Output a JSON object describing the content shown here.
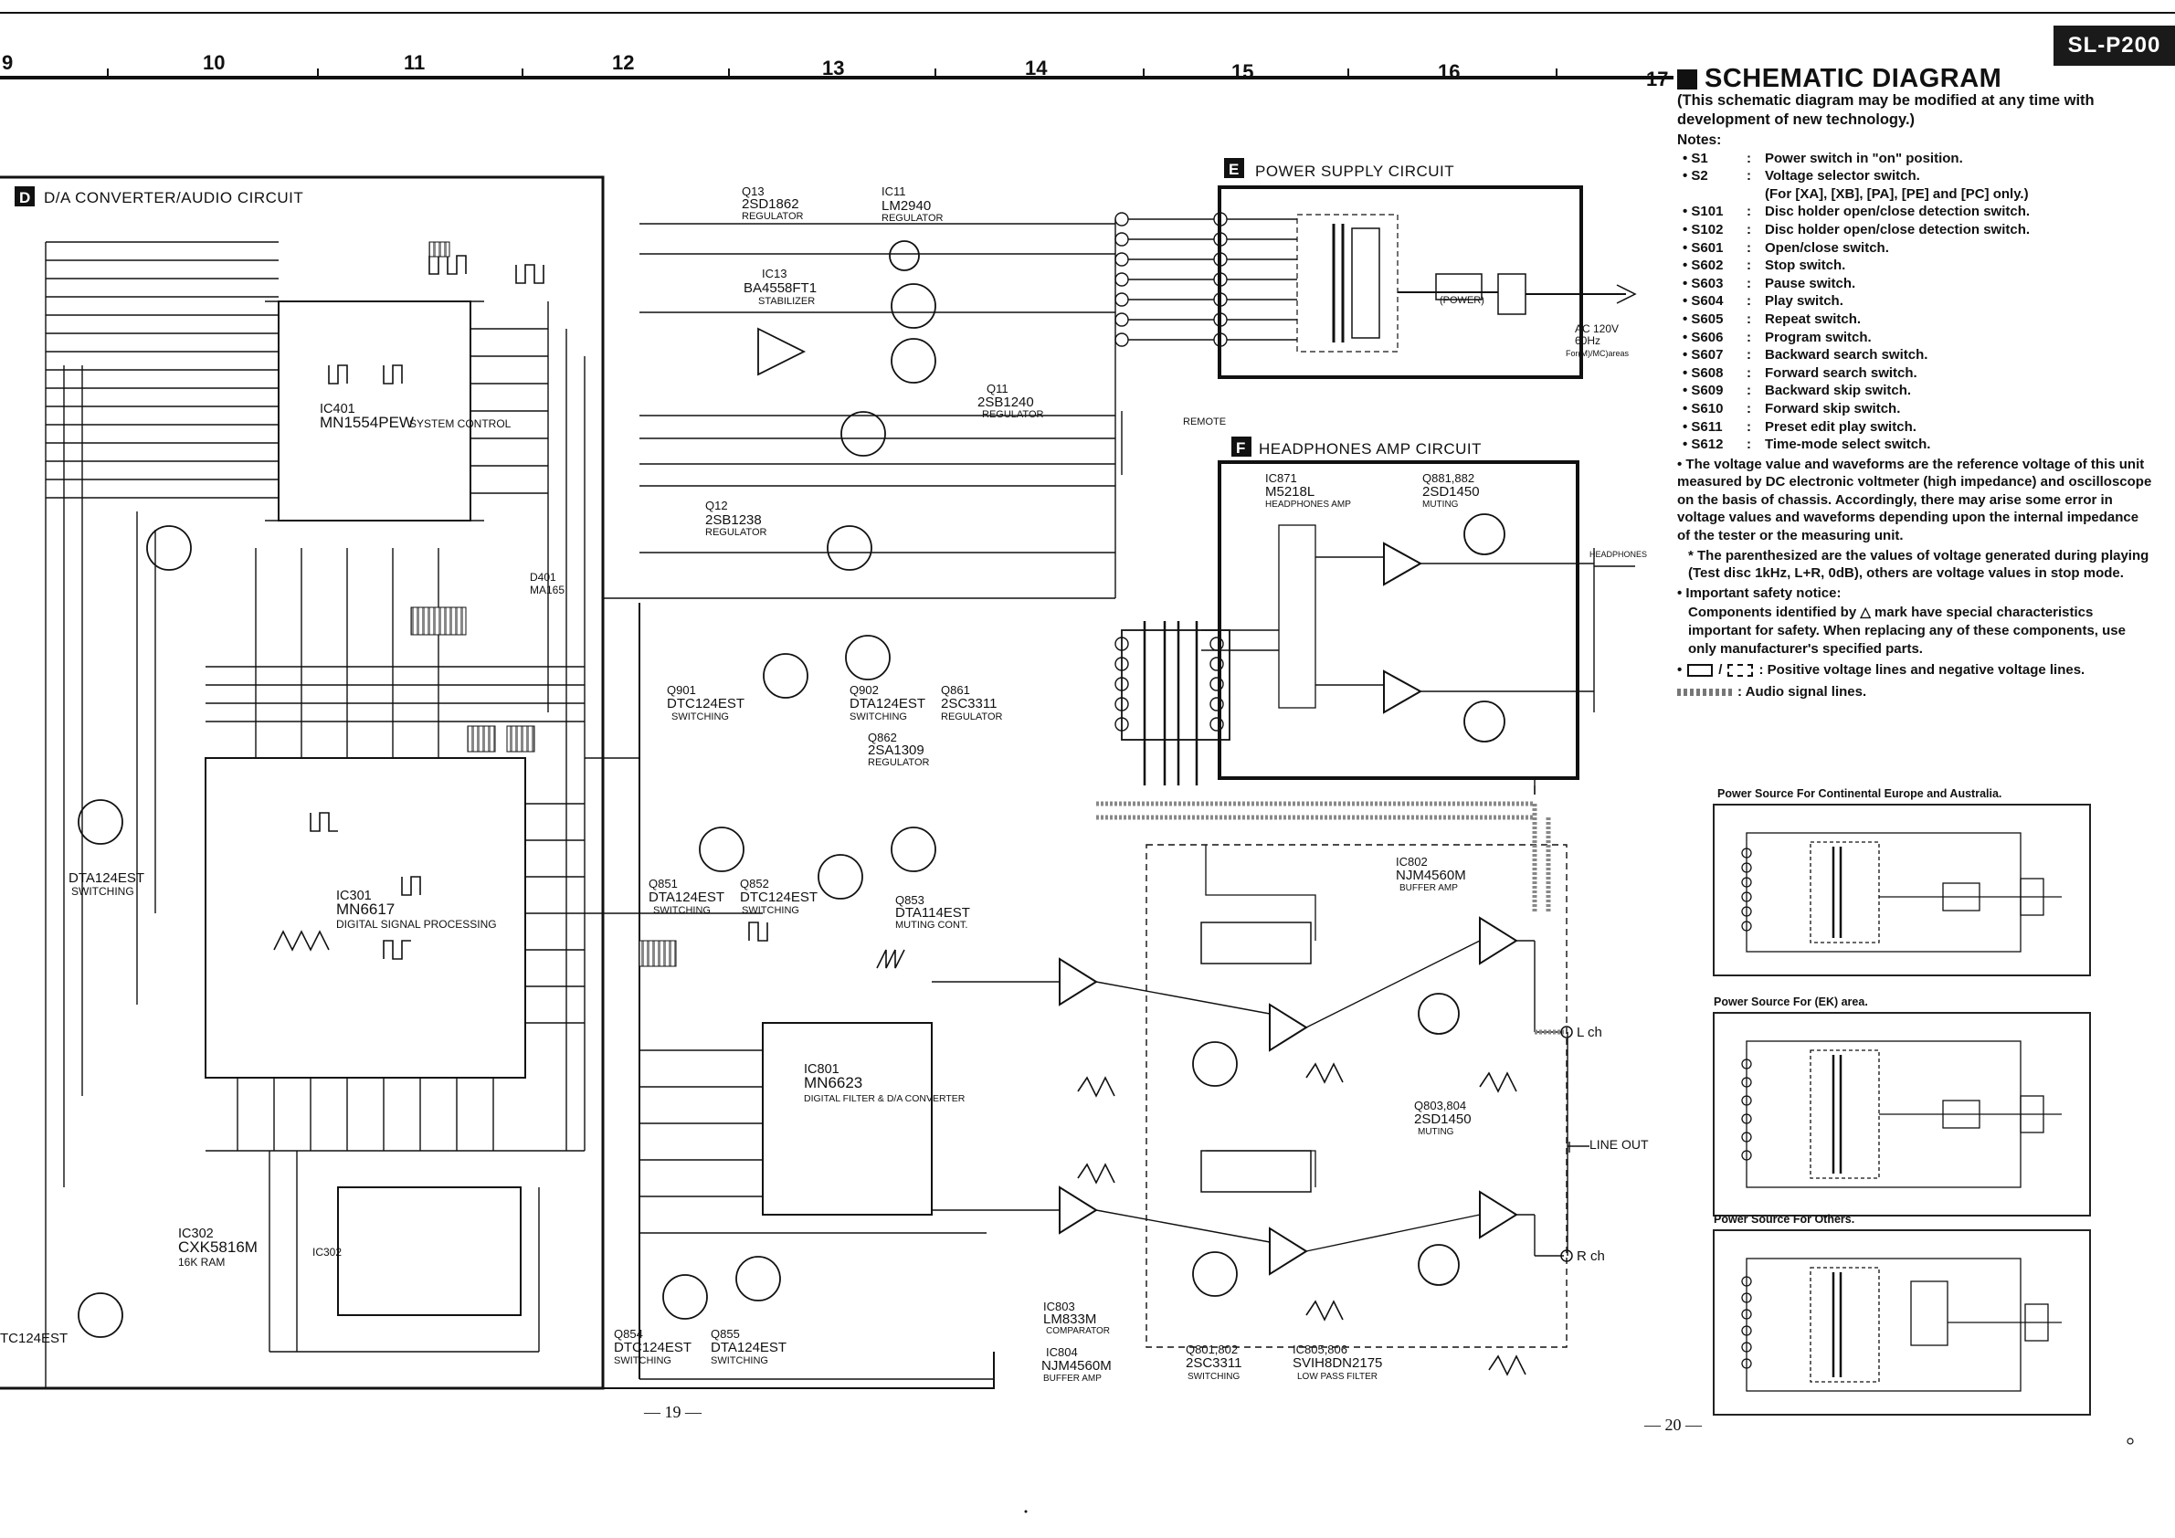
{
  "model": "SL-P200",
  "ruler_numbers": [
    "9",
    "10",
    "11",
    "12",
    "13",
    "14",
    "15",
    "16",
    "17"
  ],
  "page_numbers": [
    "— 19 —",
    "— 20 —"
  ],
  "sections": {
    "d": {
      "tag": "D",
      "label": "D/A CONVERTER/AUDIO CIRCUIT"
    },
    "e": {
      "tag": "E",
      "label": "POWER SUPPLY CIRCUIT"
    },
    "f": {
      "tag": "F",
      "label": "HEADPHONES AMP CIRCUIT"
    }
  },
  "notes": {
    "title": "SCHEMATIC DIAGRAM",
    "intro": "(This schematic diagram may be modified at any time with development of new technology.)",
    "notes_heading": "Notes:",
    "switches": [
      {
        "key": "S1",
        "desc": "Power switch in \"on\" position."
      },
      {
        "key": "S2",
        "desc": "Voltage selector switch."
      },
      {
        "key": "",
        "desc": "(For [XA], [XB], [PA], [PE] and [PC] only.)"
      },
      {
        "key": "S101",
        "desc": "Disc holder open/close detection switch."
      },
      {
        "key": "S102",
        "desc": "Disc holder open/close detection switch."
      },
      {
        "key": "S601",
        "desc": "Open/close switch."
      },
      {
        "key": "S602",
        "desc": "Stop switch."
      },
      {
        "key": "S603",
        "desc": "Pause switch."
      },
      {
        "key": "S604",
        "desc": "Play switch."
      },
      {
        "key": "S605",
        "desc": "Repeat switch."
      },
      {
        "key": "S606",
        "desc": "Program switch."
      },
      {
        "key": "S607",
        "desc": "Backward search switch."
      },
      {
        "key": "S608",
        "desc": "Forward search switch."
      },
      {
        "key": "S609",
        "desc": "Backward skip switch."
      },
      {
        "key": "S610",
        "desc": "Forward skip switch."
      },
      {
        "key": "S611",
        "desc": "Preset edit play switch."
      },
      {
        "key": "S612",
        "desc": "Time-mode select switch."
      }
    ],
    "voltage_note": "• The voltage value and waveforms are the reference voltage of this unit measured by DC electronic voltmeter (high impedance) and oscilloscope on the basis of chassis. Accordingly, there may arise some error in voltage values and waveforms depending upon the internal impedance of the tester or the measuring unit.",
    "parenthesized_note": "* The parenthesized are the values of voltage generated during playing (Test disc 1kHz, L+R, 0dB), others are voltage values in stop mode.",
    "safety_heading": "• Important safety notice:",
    "safety_text": "Components identified by △ mark have special characteristics important for safety. When replacing any of these components, use only manufacturer's specified parts.",
    "legend_lines": ": Positive voltage lines and negative voltage lines.",
    "legend_audio": ": Audio signal lines."
  },
  "power_source_titles": [
    "Power Source For Continental Europe and Australia.",
    "Power Source For (EK) area.",
    "Power Source For Others."
  ],
  "labels": {
    "mn1554": "MN1554PEW",
    "mn1554_sub": "SYSTEM CONTROL",
    "ic401": "IC401",
    "ic301": "IC301",
    "mn6617": "MN6617",
    "mn6617_sub": "DIGITAL SIGNAL PROCESSING",
    "ic302": "IC302",
    "cxk": "CXK5816M",
    "cxk_sub": "16K RAM",
    "ic801": "IC801",
    "mn6623": "MN6623",
    "mn6623_sub": "DIGITAL FILTER & D/A CONVERTER",
    "ic803": "IC803",
    "lm833": "LM833M",
    "lm833_sub": "COMPARATOR",
    "ic804": "IC804",
    "njm804": "NJM4560M",
    "njm804_sub": "BUFFER AMP",
    "ic802": "IC802",
    "njm802": "NJM4560M",
    "njm802_sub": "BUFFER AMP",
    "ic805": "IC805,806",
    "sv": "SVIH8DN2175",
    "sv_sub": "LOW PASS FILTER",
    "q801": "Q801,802",
    "q801v": "2SC3311",
    "q801_sub": "SWITCHING",
    "q803": "Q803,804",
    "q803v": "2SD1450",
    "q803_sub": "MUTING",
    "ic871": "IC871",
    "m5218": "M5218L",
    "m5218_sub": "HEADPHONES AMP",
    "q881": "Q881,882",
    "q881v": "2SD1450",
    "q881_sub": "MUTING",
    "q13": "Q13",
    "q13v": "2SD1862",
    "q13_sub": "REGULATOR",
    "ic11": "IC11",
    "ic11v": "LM2940",
    "ic11_sub": "REGULATOR",
    "ic13": "IC13",
    "ic13v": "BA4558FT1",
    "ic13_sub": "STABILIZER",
    "q11": "Q11",
    "q11v": "2SB1240",
    "q11_sub": "REGULATOR",
    "q12": "Q12",
    "q12v": "2SB1238",
    "q12_sub": "REGULATOR",
    "q901": "Q901",
    "q901v": "DTC124EST",
    "q901_sub": "SWITCHING",
    "q902": "Q902",
    "q902v": "DTA124EST",
    "q902_sub": "SWITCHING",
    "q861": "Q861",
    "q861v": "2SC3311",
    "q861_sub": "REGULATOR",
    "q862": "Q862",
    "q862v": "2SA1309",
    "q862_sub": "REGULATOR",
    "q851": "Q851",
    "q851v": "DTA124EST",
    "q851_sub": "SWITCHING",
    "q852": "Q852",
    "q852v": "DTC124EST",
    "q852_sub": "SWITCHING",
    "q853": "Q853",
    "q853v": "DTA114EST",
    "q853_sub": "MUTING CONT.",
    "q854": "Q854",
    "q854v": "DTC124EST",
    "q854_sub": "SWITCHING",
    "q855": "Q855",
    "q855v": "DTA124EST",
    "q855_sub": "SWITCHING",
    "q351": "DTA124EST",
    "q351_sub": "SWITCHING",
    "q405": "TC124EST",
    "lch": "L ch",
    "rch": "R ch",
    "lineout": "LINE OUT",
    "headphones": "HEADPHONES",
    "remote": "REMOTE",
    "power": "(POWER)",
    "ac": "AC 120V",
    "ac2": "60Hz",
    "ac3": "For(M)/MC)areas",
    "d401": "D401",
    "d401v": "MA165"
  }
}
